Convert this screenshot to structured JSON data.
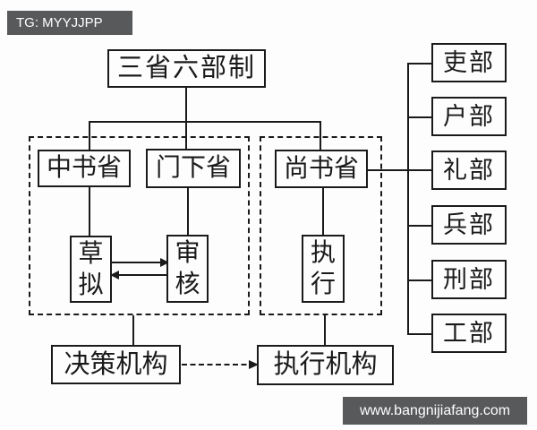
{
  "watermarks": {
    "top_left": "TG: MYYJJPP",
    "bottom_right": "www.bangnijiafang.com"
  },
  "colors": {
    "badge_bg": "#58595b",
    "badge_text": "#ffffff",
    "line": "#1a1a1a",
    "background": "#fdfdfd"
  },
  "diagram": {
    "title": "三省六部制",
    "departments": {
      "zhongshu": "中书省",
      "menxia": "门下省",
      "shangshu": "尚书省"
    },
    "functions": {
      "draft": "草拟",
      "review": "审核",
      "execute": "执行"
    },
    "ministries": [
      "吏部",
      "户部",
      "礼部",
      "兵部",
      "刑部",
      "工部"
    ],
    "bottom": {
      "decision": "决策机构",
      "execution": "执行机构"
    }
  }
}
